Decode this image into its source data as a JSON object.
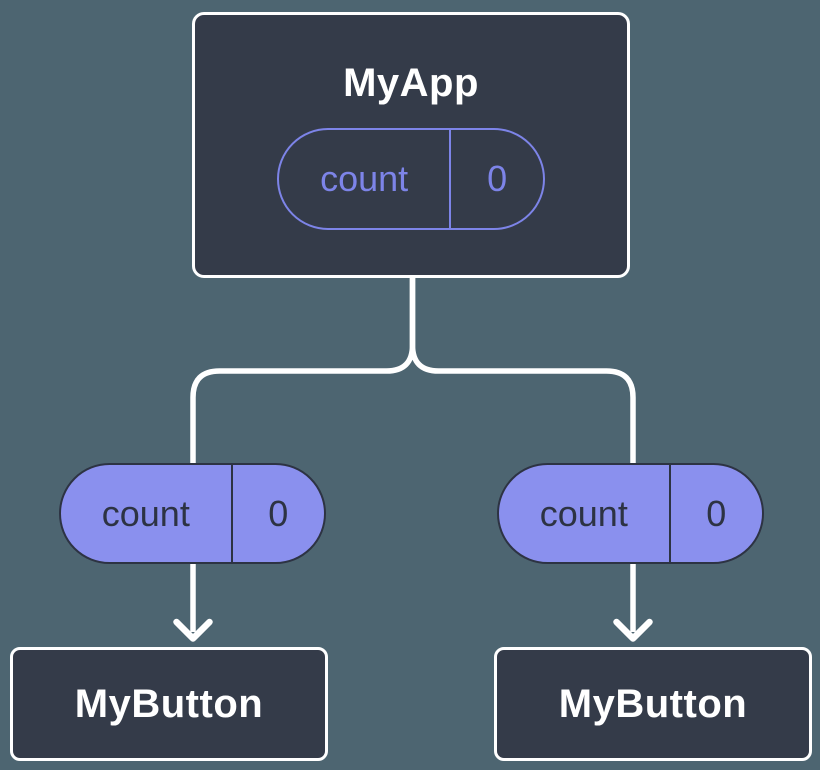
{
  "diagram": {
    "root": {
      "title": "MyApp",
      "prop": {
        "name": "count",
        "value": "0"
      }
    },
    "children": [
      {
        "title": "MyButton",
        "prop": {
          "name": "count",
          "value": "0"
        }
      },
      {
        "title": "MyButton",
        "prop": {
          "name": "count",
          "value": "0"
        }
      }
    ]
  },
  "theme": {
    "background": "#4d6571",
    "node_fill": "#343b49",
    "node_border": "#ffffff",
    "node_text": "#ffffff",
    "pill_fill": "#8a90ee",
    "pill_dark": "#2d3343",
    "pill_outline": "#7d84e8",
    "connector": "#ffffff"
  }
}
